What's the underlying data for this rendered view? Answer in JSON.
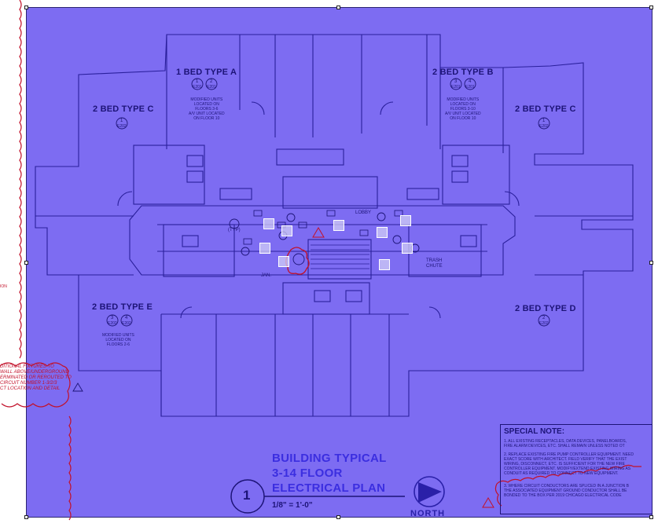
{
  "plan": {
    "units": [
      {
        "name": "1 BED TYPE A",
        "tags": [
          "1",
          "2"
        ],
        "refs": [
          "E201",
          "E201"
        ],
        "notes": [
          "MODIFIED UNITS",
          "LOCATED ON",
          "FLOORS 3-6",
          "A/V UNIT LOCATED",
          "ON FLOOR 10"
        ]
      },
      {
        "name": "2 BED TYPE B",
        "tags": [
          "3",
          "4"
        ],
        "refs": [
          "E201",
          "E201"
        ],
        "notes": [
          "MODIFIED UNITS",
          "LOCATED ON",
          "FLOORS 3-10",
          "A/V UNIT LOCATED",
          "ON FLOOR 10"
        ]
      },
      {
        "name": "2 BED TYPE C",
        "tags": [
          "1"
        ],
        "refs": [
          "E202"
        ]
      },
      {
        "name": "2 BED TYPE C",
        "tags": [
          "1"
        ],
        "refs": [
          "E202"
        ]
      },
      {
        "name": "2 BED TYPE E",
        "tags": [
          "3",
          "4"
        ],
        "refs": [
          "E202",
          "E202"
        ],
        "notes": [
          "MODIFIED UNITS",
          "LOCATED ON",
          "FLOORS 2-6"
        ]
      },
      {
        "name": "2 BED TYPE D",
        "tags": [
          "2"
        ],
        "refs": [
          "E202"
        ]
      }
    ],
    "core_labels": {
      "lobby": "LOBBY",
      "trash": "TRASH",
      "chute": "CHUTE",
      "jan": "JAN.",
      "typ": "(TYP)"
    }
  },
  "title_block": {
    "number": "1",
    "title_line1": "BUILDING TYPICAL",
    "title_line2": "3-14 FLOOR",
    "title_line3": "ELECTRICAL PLAN",
    "scale": "1/8\" = 1'-0\"",
    "north": "NORTH"
  },
  "special_note": {
    "title": "SPECIAL NOTE:",
    "items": [
      "1.  ALL EXISTING RECEPTACLES, DATA DEVICES, PANELBOARDS,",
      "     FIRE ALARM DEVICES, ETC. SHALL REMAIN UNLESS NOTED OT",
      "2.  REPLACE EXISTING FIRE PUMP CONTROLLER EQUIPMENT. NEED",
      "     EXACT SCORE WITH ARCHITECT. FIELD VERIFY THAT THE EXIST",
      "     WIRING, DISCONNECT, ETC. IS SUFFICIENT FOR THE NEW FIRE",
      "     CONTROLLER EQUIPMENT. MODIFY/EXTEND EXISTING WIRING AS",
      "     CONDUIT AS REQUIRED TO CONNECT TO NEW EQUIPMENT.",
      "3.  WHERE CIRCUIT CONDUCTORS ARE SPLICED IN A JUNCTION B",
      "     THE ASSOCIATED EQUIPMENT GROUND CONDUCTOR SHALL BE",
      "     BONDED TO THE BOX PER 2019 CHICAGO ELECTRICAL CODE"
    ]
  },
  "redline_note": {
    "lines": [
      "DITIONAL FIXTURES TO",
      "WALL ABOVE/UNDERGROUND",
      "ERMINATED OR REROUTED TO",
      "CIRCUIT NUMBER 1-3/2/3",
      "CT LOCATION AND DETAIL"
    ]
  },
  "left_edge_text": "ION"
}
